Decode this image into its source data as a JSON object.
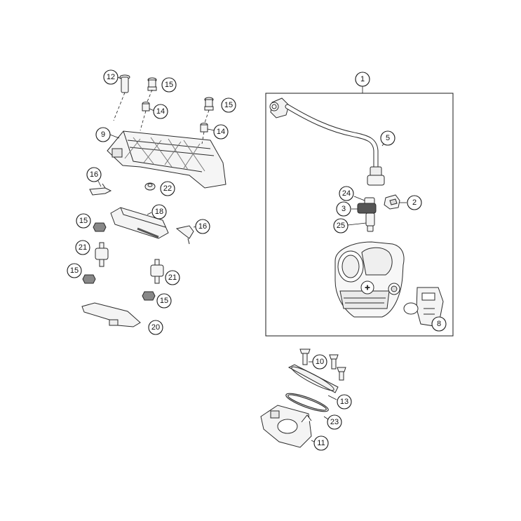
{
  "diagram": {
    "callouts": [
      {
        "id": "c1",
        "label": "1"
      },
      {
        "id": "c2",
        "label": "2"
      },
      {
        "id": "c3",
        "label": "3"
      },
      {
        "id": "c5",
        "label": "5"
      },
      {
        "id": "c8",
        "label": "8"
      },
      {
        "id": "c9",
        "label": "9"
      },
      {
        "id": "c10",
        "label": "10"
      },
      {
        "id": "c11",
        "label": "11"
      },
      {
        "id": "c12",
        "label": "12"
      },
      {
        "id": "c13",
        "label": "13"
      },
      {
        "id": "c14a",
        "label": "14"
      },
      {
        "id": "c14b",
        "label": "14"
      },
      {
        "id": "c15a",
        "label": "15"
      },
      {
        "id": "c15b",
        "label": "15"
      },
      {
        "id": "c15c",
        "label": "15"
      },
      {
        "id": "c15d",
        "label": "15"
      },
      {
        "id": "c15e",
        "label": "15"
      },
      {
        "id": "c16a",
        "label": "16"
      },
      {
        "id": "c16b",
        "label": "16"
      },
      {
        "id": "c18",
        "label": "18"
      },
      {
        "id": "c20",
        "label": "20"
      },
      {
        "id": "c21a",
        "label": "21"
      },
      {
        "id": "c21b",
        "label": "21"
      },
      {
        "id": "c22",
        "label": "22"
      },
      {
        "id": "c23",
        "label": "23"
      },
      {
        "id": "c24",
        "label": "24"
      },
      {
        "id": "c25",
        "label": "25"
      }
    ]
  }
}
